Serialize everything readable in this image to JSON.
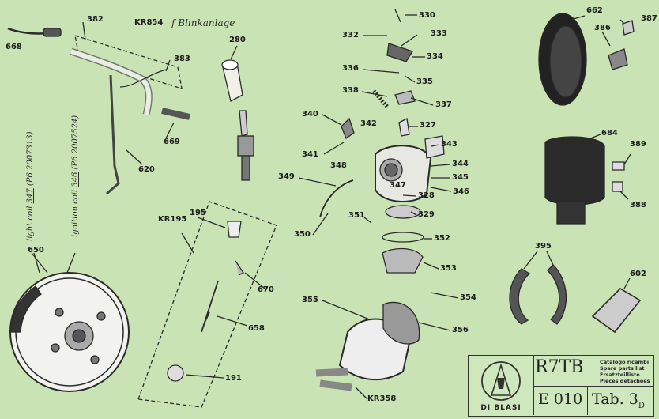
{
  "title_block": {
    "brand": "DI BLASI",
    "model": "R7TB",
    "catalog_lines": [
      "Catalogo ricambi",
      "Spare parts list",
      "Ersatzteilliste",
      "Pièces détachées"
    ],
    "code": "E 010",
    "table": "Tab. 3",
    "table_suffix": "D"
  },
  "handwritten": {
    "blinkanlage": "f Blinkanlage",
    "light_coil": "light coil",
    "light_coil_num": "347",
    "light_coil_ref": "(P6 2007313)",
    "ignition_coil": "ignition coil",
    "ignition_coil_num": "346",
    "ignition_coil_ref": "(P6 2007524)",
    "kr854": "KR854"
  },
  "part_numbers": {
    "p668": "668",
    "p382": "382",
    "p383": "383",
    "p669": "669",
    "p620": "620",
    "p280": "280",
    "kr195": "KR195",
    "p195": "195",
    "p670": "670",
    "p658": "658",
    "p191": "191",
    "p650": "650",
    "p330": "330",
    "p332": "332",
    "p333": "333",
    "p334": "334",
    "p336": "336",
    "p335": "335",
    "p338": "338",
    "p337": "337",
    "p340": "340",
    "p342": "342",
    "p327": "327",
    "p341": "341",
    "p343": "343",
    "p348": "348",
    "p344": "344",
    "p345": "345",
    "p349": "349",
    "p347": "347",
    "p346": "346",
    "p328": "328",
    "p329": "329",
    "p351": "351",
    "p350": "350",
    "p352": "352",
    "p353": "353",
    "p355": "355",
    "p354": "354",
    "p356": "356",
    "kr358": "KR358",
    "p662": "662",
    "p387": "387",
    "p386": "386",
    "p684": "684",
    "p389": "389",
    "p388": "388",
    "p395": "395",
    "p602": "602"
  }
}
